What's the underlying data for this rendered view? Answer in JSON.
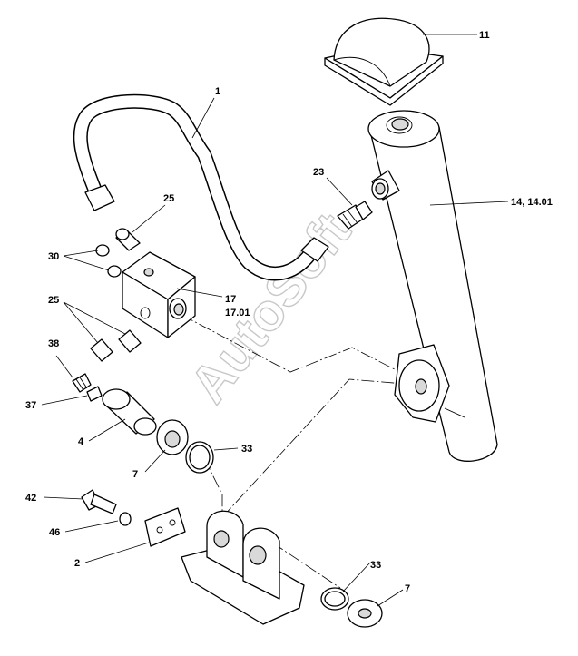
{
  "watermark": "AutoSoft",
  "callouts": [
    {
      "id": "c1",
      "text": "1"
    },
    {
      "id": "c11",
      "text": "11"
    },
    {
      "id": "c23",
      "text": "23"
    },
    {
      "id": "c14",
      "text": "14, 14.01"
    },
    {
      "id": "c25a",
      "text": "25"
    },
    {
      "id": "c30",
      "text": "30"
    },
    {
      "id": "c17",
      "text": "17"
    },
    {
      "id": "c1701",
      "text": "17.01"
    },
    {
      "id": "c25b",
      "text": "25"
    },
    {
      "id": "c38",
      "text": "38"
    },
    {
      "id": "c37",
      "text": "37"
    },
    {
      "id": "c4",
      "text": "4"
    },
    {
      "id": "c33a",
      "text": "33"
    },
    {
      "id": "c7a",
      "text": "7"
    },
    {
      "id": "c42",
      "text": "42"
    },
    {
      "id": "c46",
      "text": "46"
    },
    {
      "id": "c2",
      "text": "2"
    },
    {
      "id": "c33b",
      "text": "33"
    },
    {
      "id": "c7b",
      "text": "7"
    }
  ]
}
